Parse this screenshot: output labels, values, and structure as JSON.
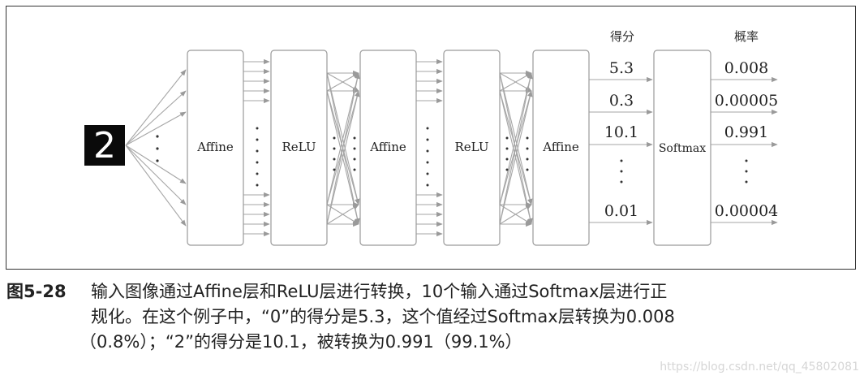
{
  "diagram": {
    "input_digit": "2",
    "layers": [
      "Affine",
      "ReLU",
      "Affine",
      "ReLU",
      "Affine"
    ],
    "softmax_label": "Softmax",
    "scores_header": "得分",
    "probs_header": "概率",
    "scores": [
      "5.3",
      "0.3",
      "10.1",
      "0.01"
    ],
    "probs": [
      "0.008",
      "0.00005",
      "0.991",
      "0.00004"
    ]
  },
  "caption": {
    "label": "图5-28",
    "line1": "输入图像通过Affine层和ReLU层进行转换，10个输入通过Softmax层进行正",
    "line2": "规化。在这个例子中，“0”的得分是5.3，这个值经过Softmax层转换为0.008",
    "line3": "（0.8%）；“2”的得分是10.1，被转换为0.991（99.1%）"
  },
  "watermark": "https://blog.csdn.net/qq_45802081"
}
